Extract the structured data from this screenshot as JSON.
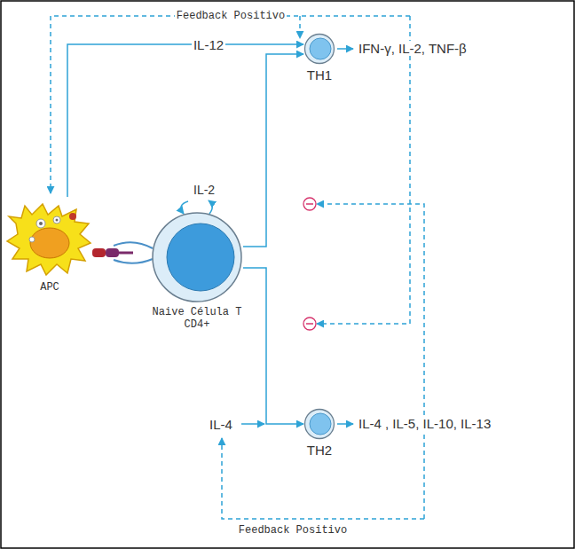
{
  "diagram": {
    "nodes": [
      {
        "text": [
          "APC"
        ]
      },
      {
        "text": [
          "Naive Célula T CD4+"
        ]
      },
      {
        "text": [
          "TH1"
        ]
      },
      {
        "text": [
          "TH2"
        ]
      }
    ],
    "edges": [
      {
        "from": 0,
        "to": 2,
        "arrow": "to",
        "label": "IL-12"
      },
      {
        "from": 1,
        "to": 2,
        "arrow": "to"
      },
      {
        "from": 1,
        "to": 3,
        "arrow": "to"
      }
    ],
    "labels": [
      "Feedback Positivo",
      "IL-2",
      "IFN-γ, IL-2, TNF-β",
      "IL-4",
      "IL-4 , IL-5, IL-10, IL-13",
      "Feedback Positivo"
    ]
  }
}
